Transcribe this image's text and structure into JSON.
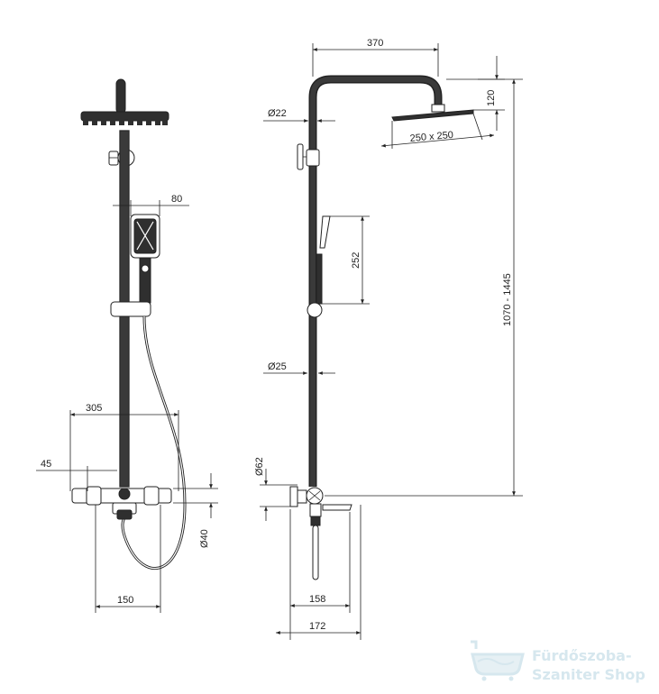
{
  "dimensions": {
    "d80": "80",
    "d305": "305",
    "d45": "45",
    "d150": "150",
    "d40": "Ø40",
    "d370": "370",
    "d22": "Ø22",
    "d120": "120",
    "d250": "250 x 250",
    "d252": "252",
    "d25": "Ø25",
    "d1070": "1070 - 1445",
    "d62": "Ø62",
    "d158": "158",
    "d172": "172"
  },
  "watermark": {
    "line1": "Fürdőszoba-",
    "line2": "Szaniter Shop",
    "color": "#d6e7ee"
  },
  "icons": {
    "watermark_logo": "bathtub-icon"
  }
}
